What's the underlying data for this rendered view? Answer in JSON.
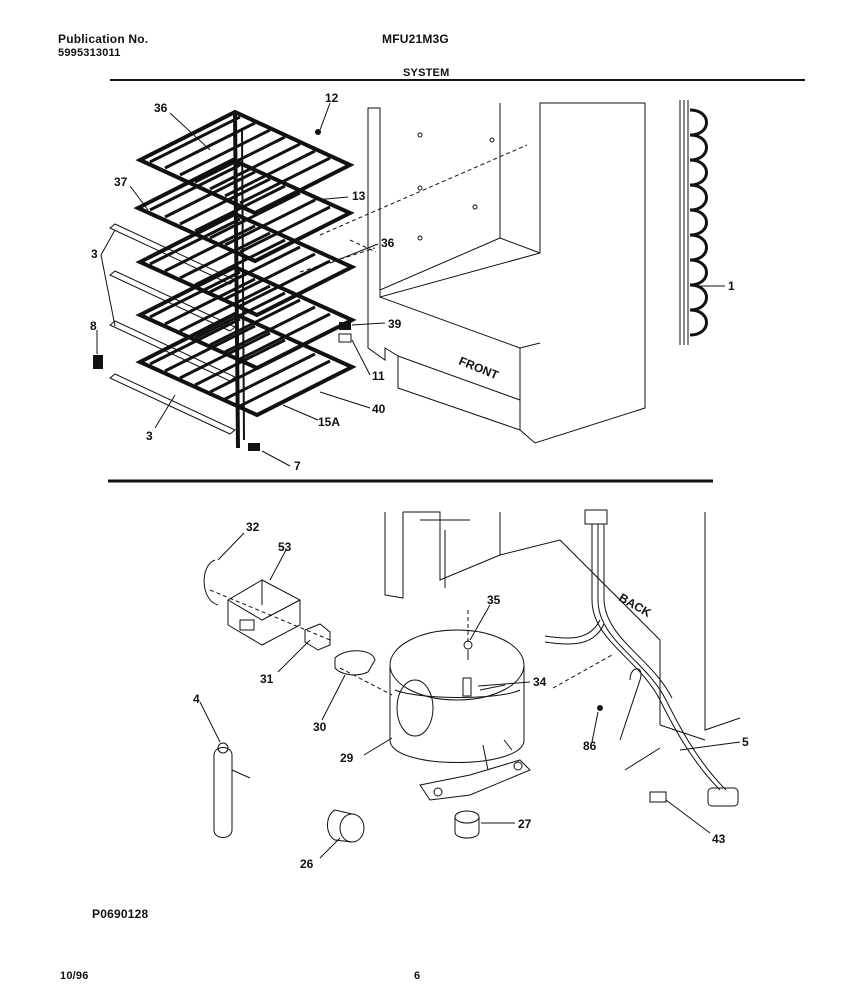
{
  "header": {
    "publication_label": "Publication No.",
    "publication_number": "5995313011",
    "model": "MFU21M3G",
    "section": "SYSTEM"
  },
  "upper_labels": {
    "p36a": "36",
    "p12": "12",
    "p37": "37",
    "p13": "13",
    "p36b": "36",
    "p3a": "3",
    "p39": "39",
    "p8": "8",
    "p11": "11",
    "p40": "40",
    "p15a": "15A",
    "p3b": "3",
    "p7": "7",
    "p1": "1",
    "front": "FRONT"
  },
  "lower_labels": {
    "p32": "32",
    "p53": "53",
    "p35": "35",
    "p31": "31",
    "p34": "34",
    "p30": "30",
    "p4": "4",
    "p29": "29",
    "p86": "86",
    "p5": "5",
    "p27": "27",
    "p43": "43",
    "p26": "26",
    "back": "BACK"
  },
  "footer": {
    "figure_code": "P0690128",
    "date": "10/96",
    "page": "6"
  }
}
